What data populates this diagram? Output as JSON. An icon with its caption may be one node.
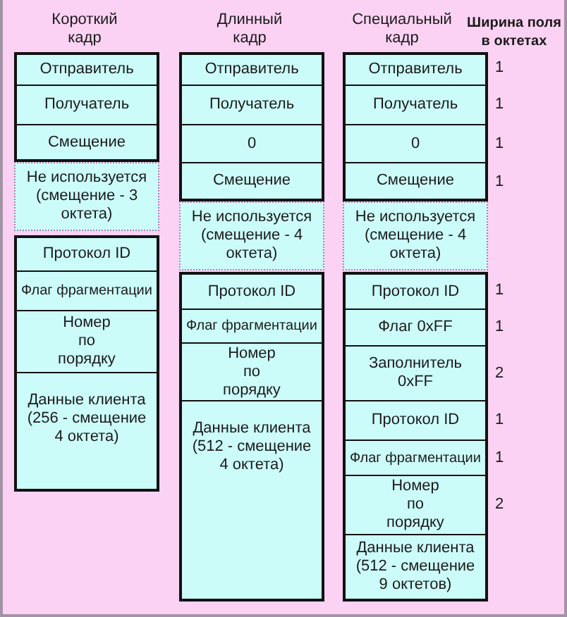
{
  "diagram": {
    "nodes": [
      {
        "text": [
          "Отправитель"
        ]
      },
      {
        "text": [
          "Получатель"
        ]
      },
      {
        "text": [
          "Смещение"
        ]
      },
      {
        "text": [
          "Не используется (смещение - 3 октета)"
        ]
      },
      {
        "text": [
          "Протокол ID"
        ]
      },
      {
        "text": [
          "Флаг фрагментации"
        ]
      },
      {
        "text": [
          "Номер по порядку"
        ]
      },
      {
        "text": [
          "Данные клиента (256 - смещение 4 октета)"
        ]
      },
      {
        "text": [
          "Отправитель"
        ]
      },
      {
        "text": [
          "Получатель"
        ]
      },
      {
        "text": [
          "0"
        ]
      },
      {
        "text": [
          "Смещение"
        ]
      },
      {
        "text": [
          "Не используется (смещение - 4 октета)"
        ]
      },
      {
        "text": [
          "Протокол ID"
        ]
      },
      {
        "text": [
          "Флаг фрагментации"
        ]
      },
      {
        "text": [
          "Номер по порядку"
        ]
      },
      {
        "text": [
          "Данные клиента (512 - смещение 4 октета)"
        ]
      },
      {
        "text": [
          "Отправитель"
        ],
        "beside": [
          "1"
        ]
      },
      {
        "text": [
          "Получатель"
        ],
        "beside": [
          "1"
        ]
      },
      {
        "text": [
          "0"
        ],
        "beside": [
          "1"
        ]
      },
      {
        "text": [
          "Смещение"
        ],
        "beside": [
          "1"
        ]
      },
      {
        "text": [
          "Не используется (смещение - 4 октета)"
        ]
      },
      {
        "text": [
          "Протокол ID"
        ],
        "beside": [
          "1"
        ]
      },
      {
        "text": [
          "Флаг 0xFF"
        ],
        "beside": [
          "1"
        ]
      },
      {
        "text": [
          "Заполнитель 0xFF"
        ],
        "beside": [
          "2"
        ]
      },
      {
        "text": [
          "Протокол ID"
        ],
        "beside": [
          "1"
        ]
      },
      {
        "text": [
          "Флаг фрагментации"
        ],
        "beside": [
          "1"
        ]
      },
      {
        "text": [
          "Номер по порядку"
        ],
        "beside": [
          "2"
        ]
      },
      {
        "text": [
          "Данные клиента (512 - смещение 9 октетов)"
        ]
      }
    ],
    "labels": [
      "Короткий кадр",
      "Длинный кадр",
      "Специальный кадр",
      "Ширина поля в октетах"
    ]
  }
}
